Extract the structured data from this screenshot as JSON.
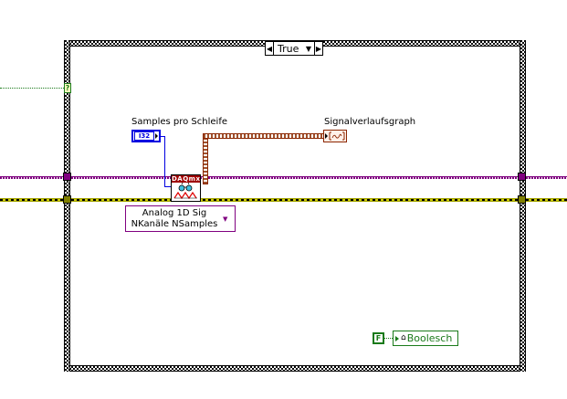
{
  "case_structure": {
    "selector_value": "True",
    "prev_icon": "left-triangle-icon",
    "next_icon": "right-triangle-icon",
    "dropdown_icon": "down-triangle-icon"
  },
  "controls": {
    "samples_label": "Samples pro Schleife",
    "samples_type": "I32"
  },
  "daqmx_node": {
    "header": "DAQmx",
    "icon": "daqmx-read-icon",
    "polymorphic_selection_line1": "Analog 1D Sig",
    "polymorphic_selection_line2": "NKanäle NSamples"
  },
  "indicators": {
    "graph_label": "Signalverlaufsgraph",
    "graph_icon": "waveform-icon",
    "boolean_label": "Boolesch"
  },
  "constants": {
    "boolean_constant": "F"
  },
  "tunnels": {
    "unknown_input": "?"
  },
  "colors": {
    "error_cluster": "#808000",
    "task_wire": "#800080",
    "i32_wire": "#0000e0",
    "waveform_wire": "#8b2500",
    "boolean_wire": "#1a7a1a"
  }
}
